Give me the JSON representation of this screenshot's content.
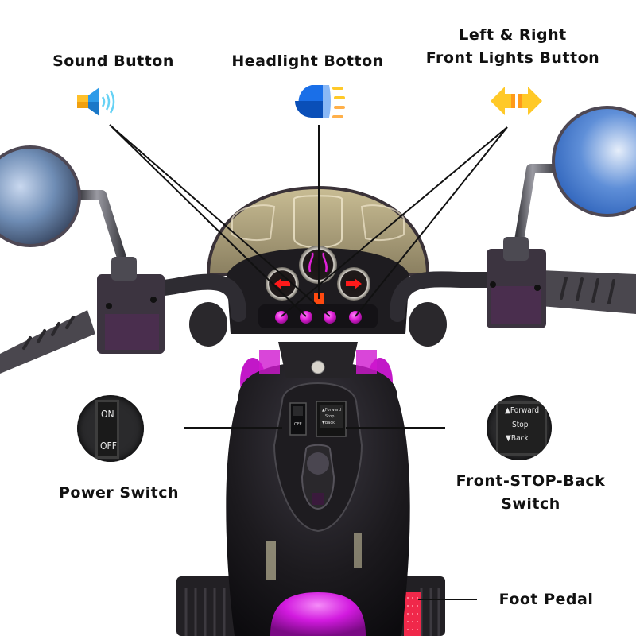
{
  "labels": {
    "sound": "Sound Button",
    "headlight": "Headlight Botton",
    "turn_line1": "Left & Right",
    "turn_line2": "Front Lights Button",
    "power": "Power Switch",
    "direction_line1": "Front-STOP-Back",
    "direction_line2": "Switch",
    "pedal": "Foot Pedal"
  },
  "icons": {
    "sound": "speaker-icon",
    "headlight": "headlight-icon",
    "turn": "turn-signal-arrows-icon"
  },
  "power_switch": {
    "on_label": "ON",
    "off_label": "OFF"
  },
  "direction_switch": {
    "forward_label": "▲Forward",
    "stop_label": "Stop",
    "back_label": "▼Back"
  },
  "colors": {
    "label_text": "#111111",
    "button_magenta": "#e020d8",
    "arrow_red": "#ff1a1a",
    "pedal_red": "#f0284a",
    "body_black": "#1c1a1e",
    "fender_magenta": "#d21adf",
    "headlight_blue": "#1a6fe8",
    "turn_yellow": "#ffc928",
    "sound_blue": "#2e9be8"
  }
}
